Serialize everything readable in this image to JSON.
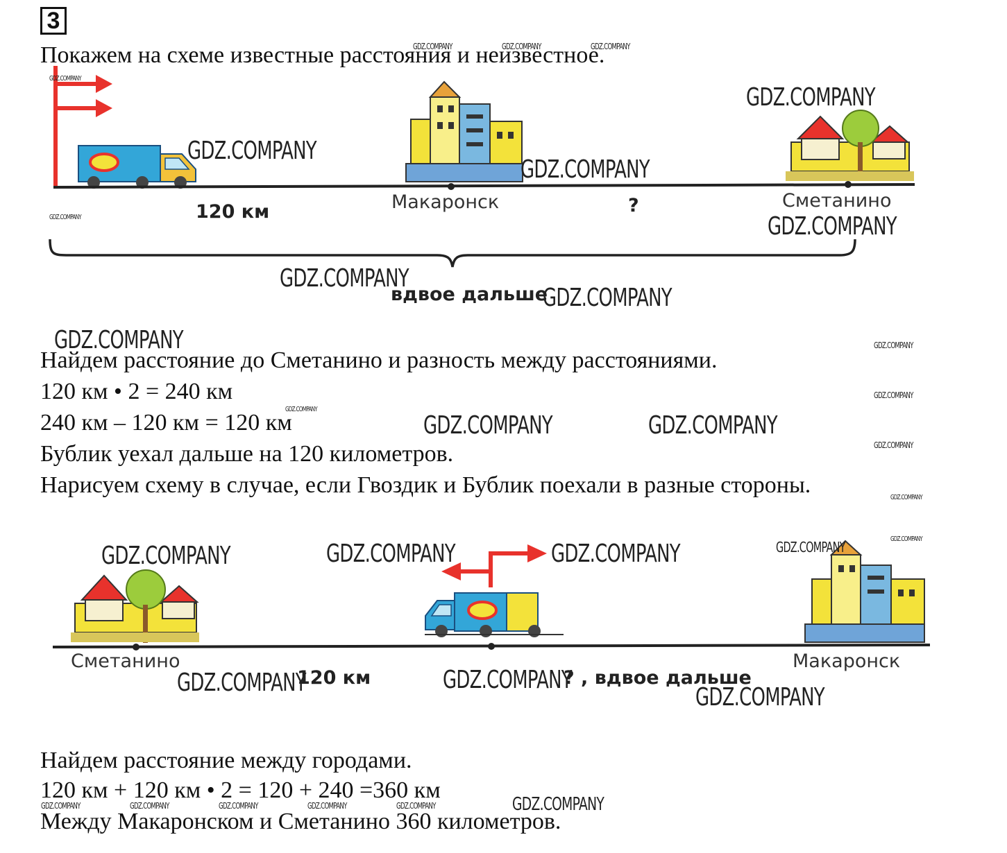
{
  "task_number": "3",
  "text": {
    "intro": "Покажем на схеме известные расстояния и неизвестное.",
    "find1": "Найдем расстояние до Сметанино и разность между расстояниями.",
    "calc1": "120 км • 2 = 240 км",
    "calc2": "240 км – 120 км = 120 км",
    "result1": "Бублик уехал дальше на 120 километров.",
    "draw2": "Нарисуем схему в случае, если Гвоздик и Бублик поехали в разные стороны.",
    "find2": "Найдем расстояние между городами.",
    "calc3": "120 км + 120 км • 2 = 120 + 240 =360 км",
    "result2": "Между Макаронском и Сметанино 360 километров."
  },
  "diagram1": {
    "dist1": "120 км",
    "city_mid": "Макаронск",
    "unknown": "?",
    "city_end": "Сметанино",
    "brace_label": "вдвое дальше"
  },
  "diagram2": {
    "city_left": "Сметанино",
    "dist1": "120 км",
    "unknown": "? , вдвое дальше",
    "city_right": "Макаронск"
  },
  "watermark": "GDZ.COMPANY",
  "colors": {
    "arrow": "#e8322c",
    "line": "#222222",
    "truck_body": "#33a6d8",
    "truck_cargo": "#f3e23a"
  }
}
